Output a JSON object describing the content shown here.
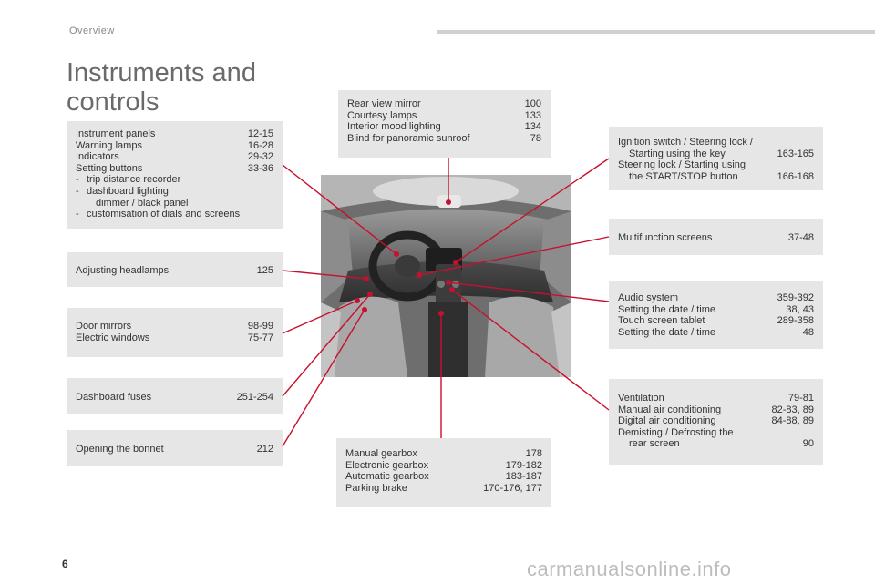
{
  "section_label": "Overview",
  "title_line1": "Instruments and",
  "title_line2": "controls",
  "box_instruments": {
    "rows": [
      {
        "label": "Instrument panels",
        "page": "12-15"
      },
      {
        "label": "Warning lamps",
        "page": "16-28"
      },
      {
        "label": "Indicators",
        "page": "29-32"
      },
      {
        "label": "Setting buttons",
        "page": "33-36"
      }
    ],
    "sub1": "trip distance recorder",
    "sub2": "dashboard lighting",
    "sub2_cont": "dimmer / black panel",
    "sub3": "customisation of dials and screens",
    "dash": "-"
  },
  "box_headlamps": {
    "label": "Adjusting headlamps",
    "page": "125"
  },
  "box_mirrors": {
    "rows": [
      {
        "label": "Door mirrors",
        "page": "98-99"
      },
      {
        "label": "Electric windows",
        "page": "75-77"
      }
    ]
  },
  "box_fuses": {
    "label": "Dashboard fuses",
    "page": "251-254"
  },
  "box_bonnet": {
    "label": "Opening the bonnet",
    "page": "212"
  },
  "box_mirror_top": {
    "rows": [
      {
        "label": "Rear view mirror",
        "page": "100"
      },
      {
        "label": "Courtesy lamps",
        "page": "133"
      },
      {
        "label": "Interior mood lighting",
        "page": "134"
      },
      {
        "label": "Blind for panoramic sunroof",
        "page": "78"
      }
    ]
  },
  "box_gearbox": {
    "rows": [
      {
        "label": "Manual gearbox",
        "page": "178"
      },
      {
        "label": "Electronic gearbox",
        "page": "179-182"
      },
      {
        "label": "Automatic gearbox",
        "page": "183-187"
      },
      {
        "label": "Parking brake",
        "page": "170-176, 177"
      }
    ]
  },
  "box_ignition": {
    "line1": "Ignition switch / Steering lock /",
    "line2_label": "Starting using the key",
    "line2_page": "163-165",
    "line3": "Steering lock / Starting using",
    "line4_label": "the START/STOP button",
    "line4_page": "166-168"
  },
  "box_multifunction": {
    "label": "Multifunction screens",
    "page": "37-48"
  },
  "box_audio": {
    "rows": [
      {
        "label": "Audio system",
        "page": "359-392"
      },
      {
        "label": "Setting the date / time",
        "page": "38, 43"
      },
      {
        "label": "Touch screen tablet",
        "page": "289-358"
      },
      {
        "label": "Setting the date / time",
        "page": "48"
      }
    ]
  },
  "box_ventilation": {
    "rows": [
      {
        "label": "Ventilation",
        "page": "79-81"
      },
      {
        "label": "Manual air conditioning",
        "page": "82-83, 89"
      },
      {
        "label": "Digital air conditioning",
        "page": "84-88, 89"
      }
    ],
    "line4": "Demisting / Defrosting the",
    "line5_label": "rear screen",
    "line5_page": "90"
  },
  "page_number": "6",
  "watermark": "carmanualsonline.info",
  "colors": {
    "box_bg": "#e6e6e6",
    "leader_line": "#c8102e",
    "title": "#6a6a6a"
  }
}
